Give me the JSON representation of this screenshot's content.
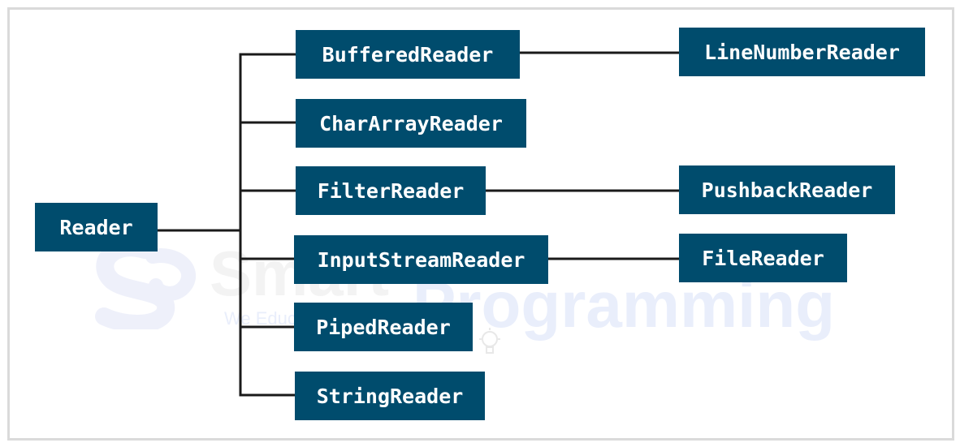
{
  "root": {
    "label": "Reader"
  },
  "children": [
    {
      "label": "BufferedReader"
    },
    {
      "label": "CharArrayReader"
    },
    {
      "label": "FilterReader"
    },
    {
      "label": "InputStreamReader"
    },
    {
      "label": "PipedReader"
    },
    {
      "label": "StringReader"
    }
  ],
  "grandchildren": [
    {
      "label": "LineNumberReader",
      "parent": "BufferedReader"
    },
    {
      "label": "PushbackReader",
      "parent": "FilterReader"
    },
    {
      "label": "FileReader",
      "parent": "InputStreamReader"
    }
  ],
  "watermark": {
    "brand_part1": "Smart",
    "brand_part2": "Programming",
    "tagline": "We Educate to Develop"
  },
  "colors": {
    "node_fill": "#004c6d",
    "node_text": "#ffffff",
    "connector": "#1a1a1a",
    "frame_border": "#dadada"
  }
}
